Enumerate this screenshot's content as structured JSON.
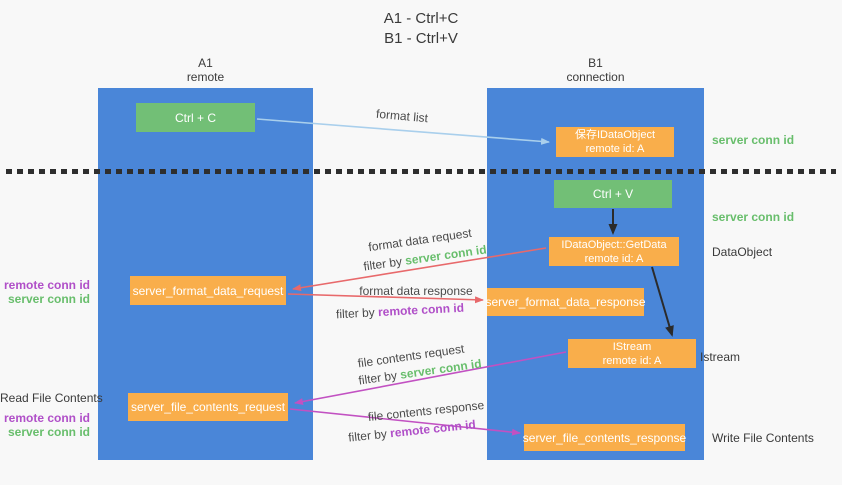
{
  "title": {
    "line1": "A1 - Ctrl+C",
    "line2": "B1 - Ctrl+V"
  },
  "columns": {
    "a1": {
      "name": "A1",
      "role": "remote"
    },
    "b1": {
      "name": "B1",
      "role": "connection"
    }
  },
  "nodes": {
    "ctrl_c": {
      "label": "Ctrl + C"
    },
    "ctrl_v": {
      "label": "Ctrl + V"
    },
    "save_dataobject": {
      "line1": "保存IDataObject",
      "line2": "remote id: A"
    },
    "getdata": {
      "line1": "IDataObject::GetData",
      "line2": "remote id: A"
    },
    "istream": {
      "line1": "IStream",
      "line2": "remote id: A"
    },
    "format_request": {
      "label": "server_format_data_request"
    },
    "format_response": {
      "label": "server_format_data_response"
    },
    "file_request": {
      "label": "server_file_contents_request"
    },
    "file_response": {
      "label": "server_file_contents_response"
    }
  },
  "arrow_labels": {
    "format_list": "format list",
    "format_data_request": "format data request",
    "format_data_response": "format data response",
    "file_contents_request": "file contents request",
    "file_contents_response": "file contents response",
    "filter_by": "filter by",
    "server_conn_id": "server conn id",
    "remote_conn_id": "remote conn id"
  },
  "side_labels": {
    "right_server_conn_id_top": "server conn id",
    "right_server_conn_id_mid": "server conn id",
    "right_dataobject": "DataObject",
    "right_istream": "Istream",
    "right_write_file_contents": "Write File Contents",
    "left_remote_conn_id_mid": "remote conn id",
    "left_server_conn_id_mid": "server conn id",
    "left_read_file_contents": "Read File Contents",
    "left_remote_conn_id_bottom": "remote conn id",
    "left_server_conn_id_bottom": "server conn id"
  },
  "colors": {
    "column_blue": "#4A86D8",
    "box_green": "#72BF76",
    "box_orange": "#F9AE4B",
    "text_green": "#68BE6C",
    "text_purple": "#B04FC8",
    "arrow_red": "#E8696B",
    "arrow_magenta": "#C251C2",
    "arrow_blue": "#A9CFEC",
    "arrow_black": "#2B2B2B"
  }
}
